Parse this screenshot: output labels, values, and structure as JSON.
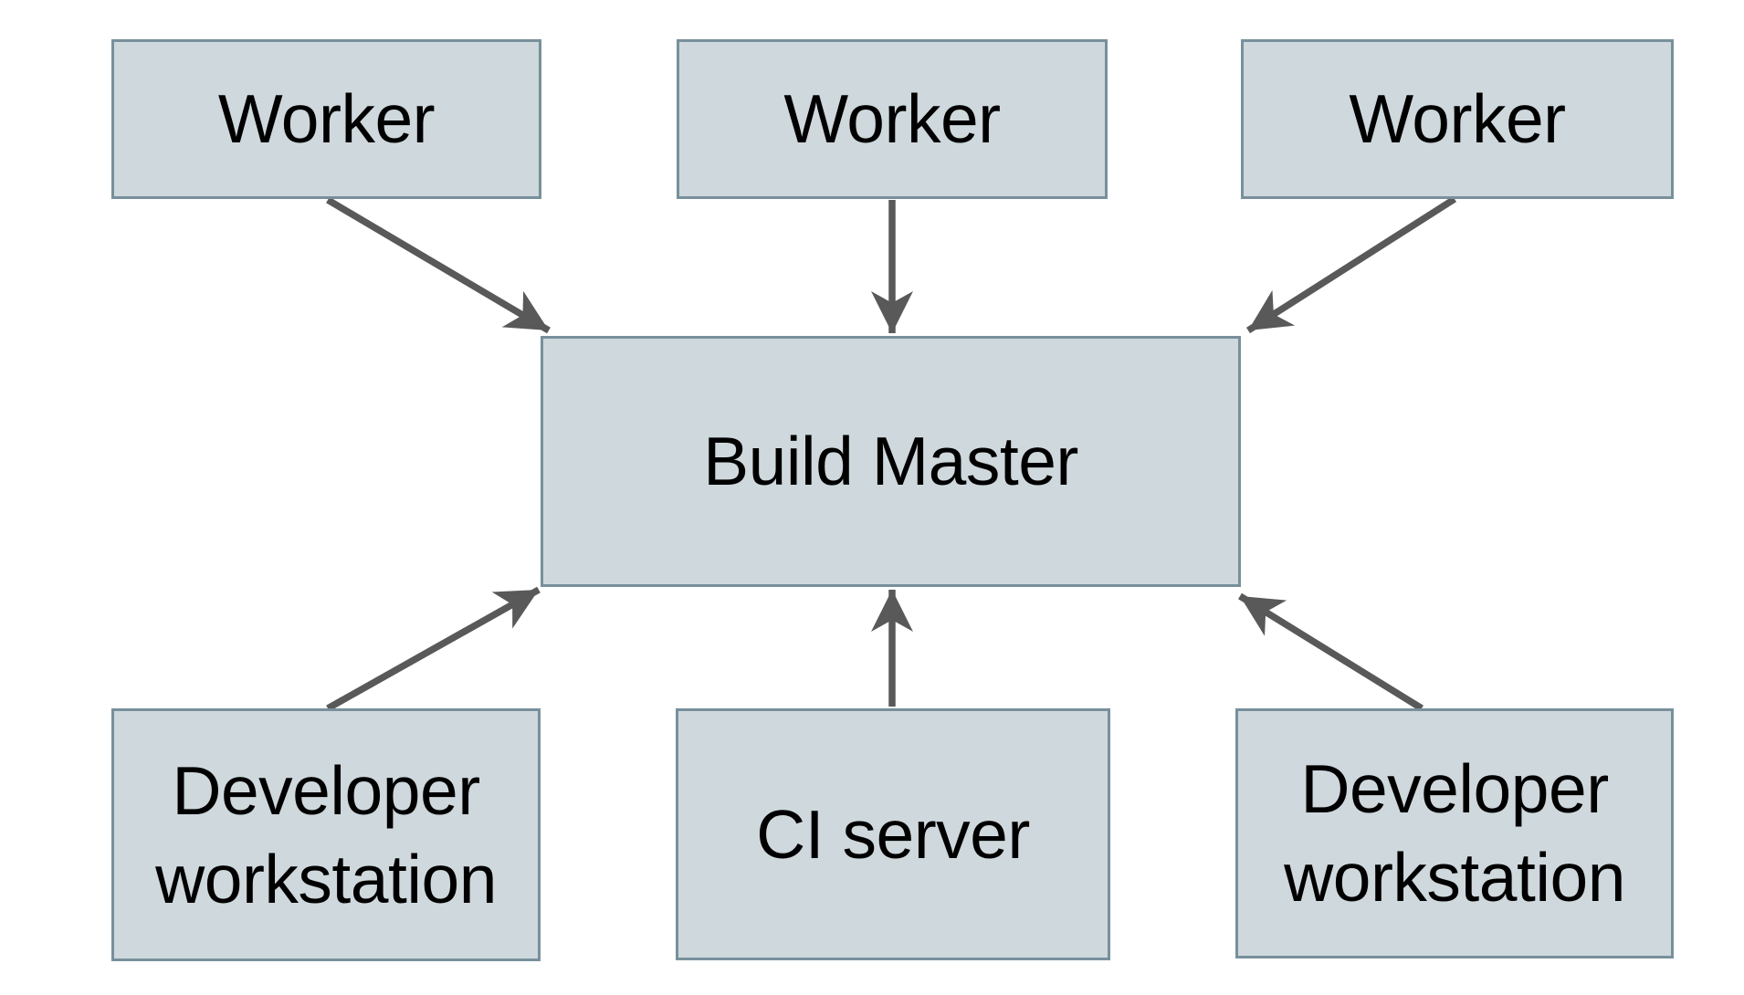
{
  "diagram": {
    "nodes": [
      {
        "id": "worker-1",
        "label": "Worker"
      },
      {
        "id": "worker-2",
        "label": "Worker"
      },
      {
        "id": "worker-3",
        "label": "Worker"
      },
      {
        "id": "build-master",
        "label": "Build Master"
      },
      {
        "id": "developer-workstation-left",
        "label": "Developer workstation"
      },
      {
        "id": "ci-server",
        "label": "CI server"
      },
      {
        "id": "developer-workstation-right",
        "label": "Developer workstation"
      }
    ],
    "edges": [
      {
        "from": "worker-1",
        "to": "build-master"
      },
      {
        "from": "worker-2",
        "to": "build-master"
      },
      {
        "from": "worker-3",
        "to": "build-master"
      },
      {
        "from": "developer-workstation-left",
        "to": "build-master"
      },
      {
        "from": "ci-server",
        "to": "build-master"
      },
      {
        "from": "developer-workstation-right",
        "to": "build-master"
      }
    ],
    "colors": {
      "page_bg": "#ffffff",
      "node_fill": "#cfd8dc",
      "node_border": "#78909c",
      "arrow_color": "#595959",
      "text_color": "#000000"
    }
  }
}
